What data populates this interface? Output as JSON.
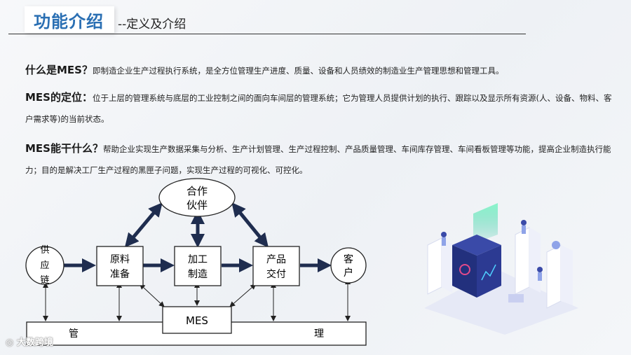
{
  "header": {
    "title": "功能介绍",
    "subtitle": "--定义及介绍"
  },
  "paragraphs": [
    {
      "label": "什么是MES？",
      "text": "即制造企业生产过程执行系统，是全方位管理生产进度、质量、设备和人员绩效的制造业生产管理思想和管理工具。"
    },
    {
      "label": "MES的定位：",
      "text": "位于上层的管理系统与底层的工业控制之间的面向车间层的管理系统；它为管理人员提供计划的执行、跟踪以及显示所有资源(人、设备、物料、客户需求等)的当前状态。"
    },
    {
      "label": "MES能干什么？",
      "text": "帮助企业实现生产数据采集与分析、生产计划管理、生产过程控制、产品质量管理、车间库存管理、车间看板管理等功能，提高企业制造执行能力；目的是解决工厂生产过程的黑匣子问题，实现生产过程的可视化、可控化。"
    }
  ],
  "diagram": {
    "partner_line1": "合作",
    "partner_line2": "伙伴",
    "supply_chars": [
      "供",
      "应",
      "链"
    ],
    "material_line1": "原料",
    "material_line2": "准备",
    "process_line1": "加工",
    "process_line2": "制造",
    "delivery_line1": "产品",
    "delivery_line2": "交付",
    "customer_line1": "客",
    "customer_line2": "户",
    "mes": "MES",
    "mgmt_left": "管",
    "mgmt_right": "理"
  },
  "watermark": "大数跨境",
  "colors": {
    "accent": "#2a6fb3",
    "arrow": "#1f2d4f"
  }
}
